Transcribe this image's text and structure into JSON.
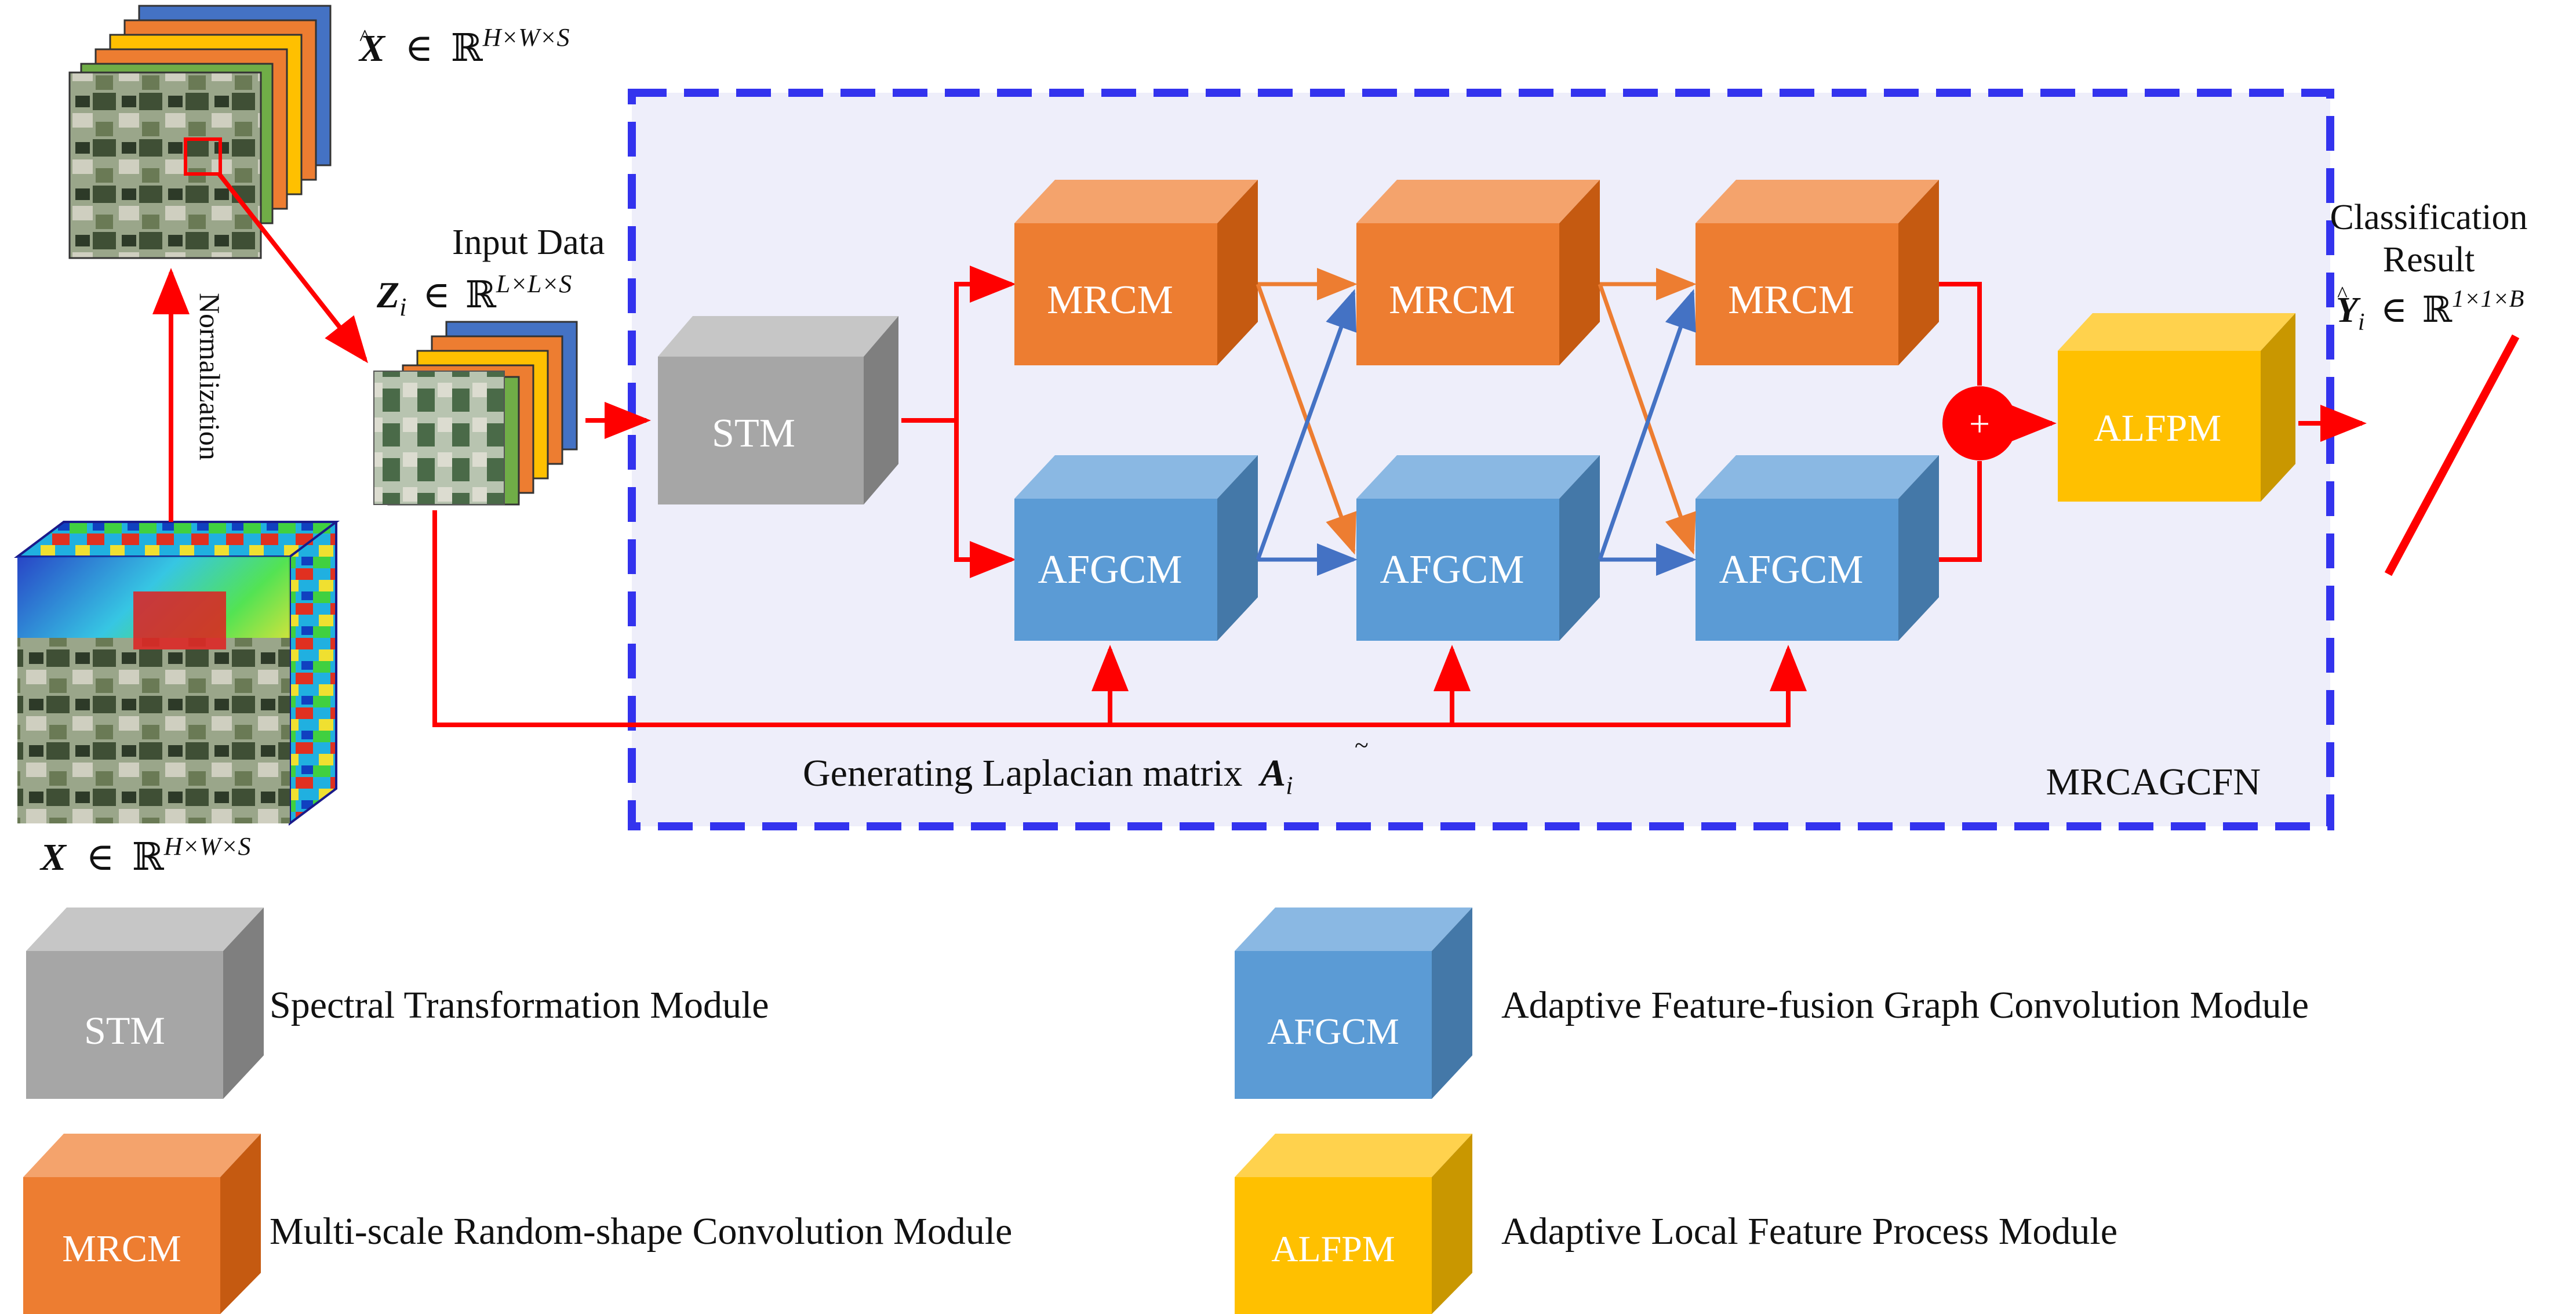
{
  "colors": {
    "stm": "#a6a6a6",
    "mrcm": "#ed7d31",
    "afgcm": "#5b9bd5",
    "alfpm": "#ffc000",
    "arrow": "#ff0000",
    "frame": "#3333ee",
    "panel": "#eeeefa"
  },
  "inputs": {
    "x_hat_var": "X",
    "x_hat_dims": "H×W×S",
    "x_var": "X",
    "x_dims": "H×W×S",
    "normalization": "Normalization",
    "input_data_title": "Input Data",
    "z_var": "Z",
    "z_sub": "i",
    "z_dims": "L×L×S",
    "element_of": "∈",
    "reals": "ℝ"
  },
  "network": {
    "name": "MRCAGCFN",
    "laplacian_text": "Generating Laplacian matrix",
    "laplacian_var": "A",
    "laplacian_sub": "i",
    "stm_label": "STM",
    "mrcm_label": "MRCM",
    "afgcm_label": "AFGCM",
    "alfpm_label": "ALFPM",
    "sum_symbol": "+"
  },
  "output": {
    "title_line1": "Classification",
    "title_line2": "Result",
    "y_var": "Y",
    "y_sub": "i",
    "y_dims": "1×1×B"
  },
  "legend": {
    "stm_box": "STM",
    "stm_desc": "Spectral Transformation Module",
    "mrcm_box": "MRCM",
    "mrcm_desc": "Multi-scale Random-shape Convolution Module",
    "afgcm_box": "AFGCM",
    "afgcm_desc": "Adaptive Feature-fusion Graph Convolution Module",
    "alfpm_box": "ALFPM",
    "alfpm_desc": "Adaptive Local Feature Process Module"
  }
}
